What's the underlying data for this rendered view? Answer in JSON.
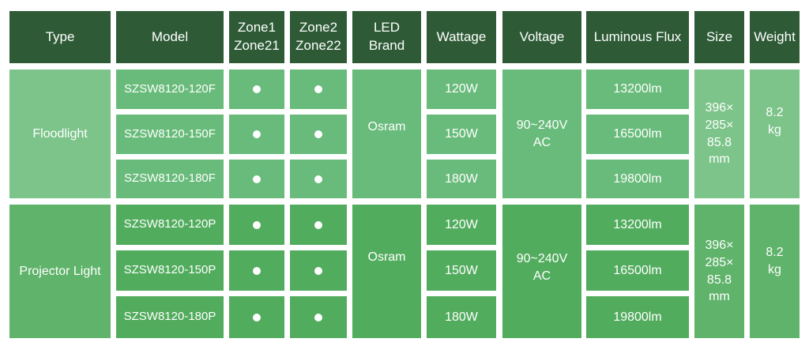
{
  "headers": {
    "type": "Type",
    "model": "Model",
    "zone1": "Zone1\nZone21",
    "zone2": "Zone2\nZone22",
    "led": "LED\nBrand",
    "wattage": "Wattage",
    "voltage": "Voltage",
    "flux": "Luminous Flux",
    "size": "Size",
    "weight": "Weight"
  },
  "groups": [
    {
      "type": "Floodlight",
      "brand": "Osram",
      "voltage": "90~240V\nAC",
      "size": "396×\n285×\n85.8\nmm",
      "weight": "8.2\nkg",
      "rows": [
        {
          "model": "SZSW8120-120F",
          "wattage": "120W",
          "flux": "13200lm"
        },
        {
          "model": "SZSW8120-150F",
          "wattage": "150W",
          "flux": "16500lm"
        },
        {
          "model": "SZSW8120-180F",
          "wattage": "180W",
          "flux": "19800lm"
        }
      ]
    },
    {
      "type": "Projector Light",
      "brand": "Osram",
      "voltage": "90~240V\nAC",
      "size": "396×\n285×\n85.8\nmm",
      "weight": "8.2\nkg",
      "rows": [
        {
          "model": "SZSW8120-120P",
          "wattage": "120W",
          "flux": "13200lm"
        },
        {
          "model": "SZSW8120-150P",
          "wattage": "150W",
          "flux": "16500lm"
        },
        {
          "model": "SZSW8120-180P",
          "wattage": "180W",
          "flux": "19800lm"
        }
      ]
    }
  ]
}
